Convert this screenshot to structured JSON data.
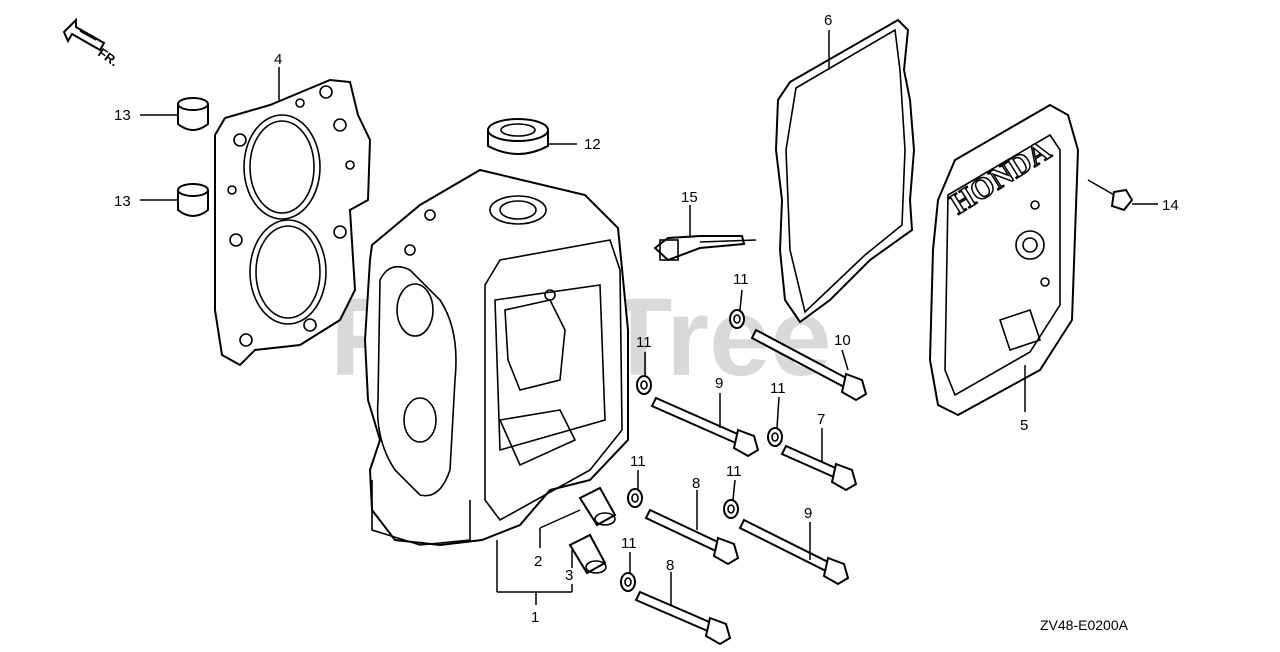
{
  "direction_label": "FR.",
  "watermark": "PartsTree",
  "cover_brand": "HONDA",
  "diagram_code": "ZV48-E0200A",
  "callouts": {
    "c1": "1",
    "c2": "2",
    "c3": "3",
    "c4": "4",
    "c5": "5",
    "c6": "6",
    "c7": "7",
    "c8a": "8",
    "c8b": "8",
    "c9a": "9",
    "c9b": "9",
    "c10": "10",
    "c11a": "11",
    "c11b": "11",
    "c11c": "11",
    "c11d": "11",
    "c11e": "11",
    "c11f": "11",
    "c12": "12",
    "c13a": "13",
    "c13b": "13",
    "c14": "14",
    "c15": "15"
  }
}
